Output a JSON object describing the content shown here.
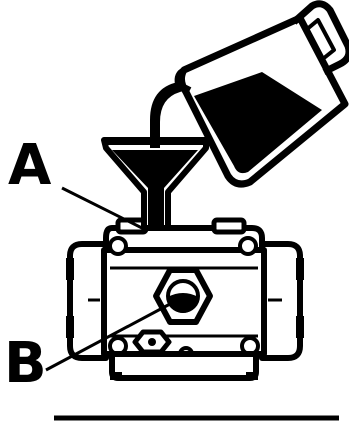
{
  "diagram": {
    "callouts": [
      {
        "letter": "A",
        "target": "oil-fill-port"
      },
      {
        "letter": "B",
        "target": "oil-sight-glass"
      }
    ]
  },
  "colors": {
    "ink": "#000000",
    "paper": "#ffffff"
  }
}
